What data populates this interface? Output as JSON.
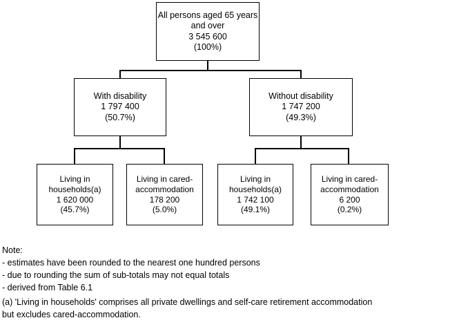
{
  "diagram": {
    "type": "tree-hierarchy-flowchart",
    "root": {
      "id": "all-persons-65-plus",
      "line1": "All persons aged 65 years",
      "line2": "and over",
      "count": "3 545 600",
      "percent": "(100%)"
    },
    "level2": [
      {
        "id": "with-disability",
        "label": "With disability",
        "count": "1 797 400",
        "percent": "(50.7%)"
      },
      {
        "id": "without-disability",
        "label": "Without disability",
        "count": "1 747 200",
        "percent": "(49.3%)"
      }
    ],
    "leaves": [
      {
        "id": "with-disability-households",
        "line1": "Living in",
        "line2": "households(a)",
        "count": "1 620 000",
        "percent": "(45.7%)"
      },
      {
        "id": "with-disability-cared-accommodation",
        "line1": "Living in cared-",
        "line2": "accommodation",
        "count": "178 200",
        "percent": "(5.0%)"
      },
      {
        "id": "without-disability-households",
        "line1": "Living in",
        "line2": "households(a)",
        "count": "1 742 100",
        "percent": "(49.1%)"
      },
      {
        "id": "without-disability-cared-accommodation",
        "line1": "Living in cared-",
        "line2": "accommodation",
        "count": "6 200",
        "percent": "(0.2%)"
      }
    ]
  },
  "notes": {
    "heading": "Note:",
    "items": [
      "- estimates have been rounded to the nearest one hundred persons",
      "- due to rounding the sum of sub-totals may not equal totals",
      "- derived from Table 6.1"
    ],
    "footnote_line1": "(a) 'Living in households' comprises all private dwellings  and self-care retirement accommodation",
    "footnote_line2": "but excludes cared-accommodation."
  },
  "colors": {
    "background": "#ffffff",
    "line": "#000000",
    "text": "#000000"
  }
}
